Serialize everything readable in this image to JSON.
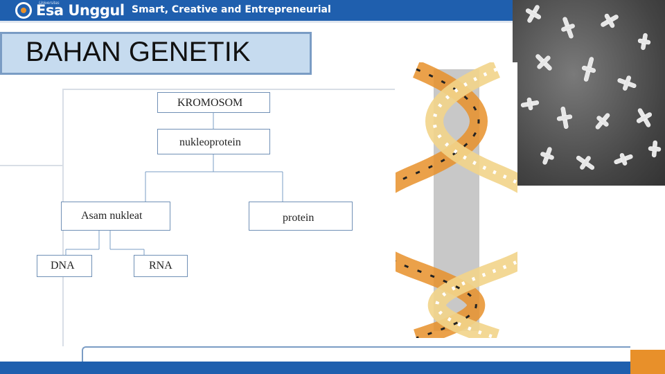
{
  "header": {
    "logo_small": "Universitas",
    "logo_text": "Esa Unggul",
    "tagline": "Smart, Creative and Entrepreneurial"
  },
  "slide": {
    "title": "BAHAN GENETIK"
  },
  "tree": {
    "root": "KROMOSOM",
    "level1": "nukleoprotein",
    "left": "Asam nukleat",
    "right": "protein",
    "leaf_left": "DNA",
    "leaf_right": "RNA"
  },
  "images": {
    "chromosome_photo": "chromosome-micrograph",
    "dna_model": "dna-double-helix-model"
  },
  "colors": {
    "brand_blue": "#1f5fae",
    "accent_orange": "#e8902a",
    "title_fill": "#c6dbef",
    "node_border": "#6f8fb5"
  }
}
